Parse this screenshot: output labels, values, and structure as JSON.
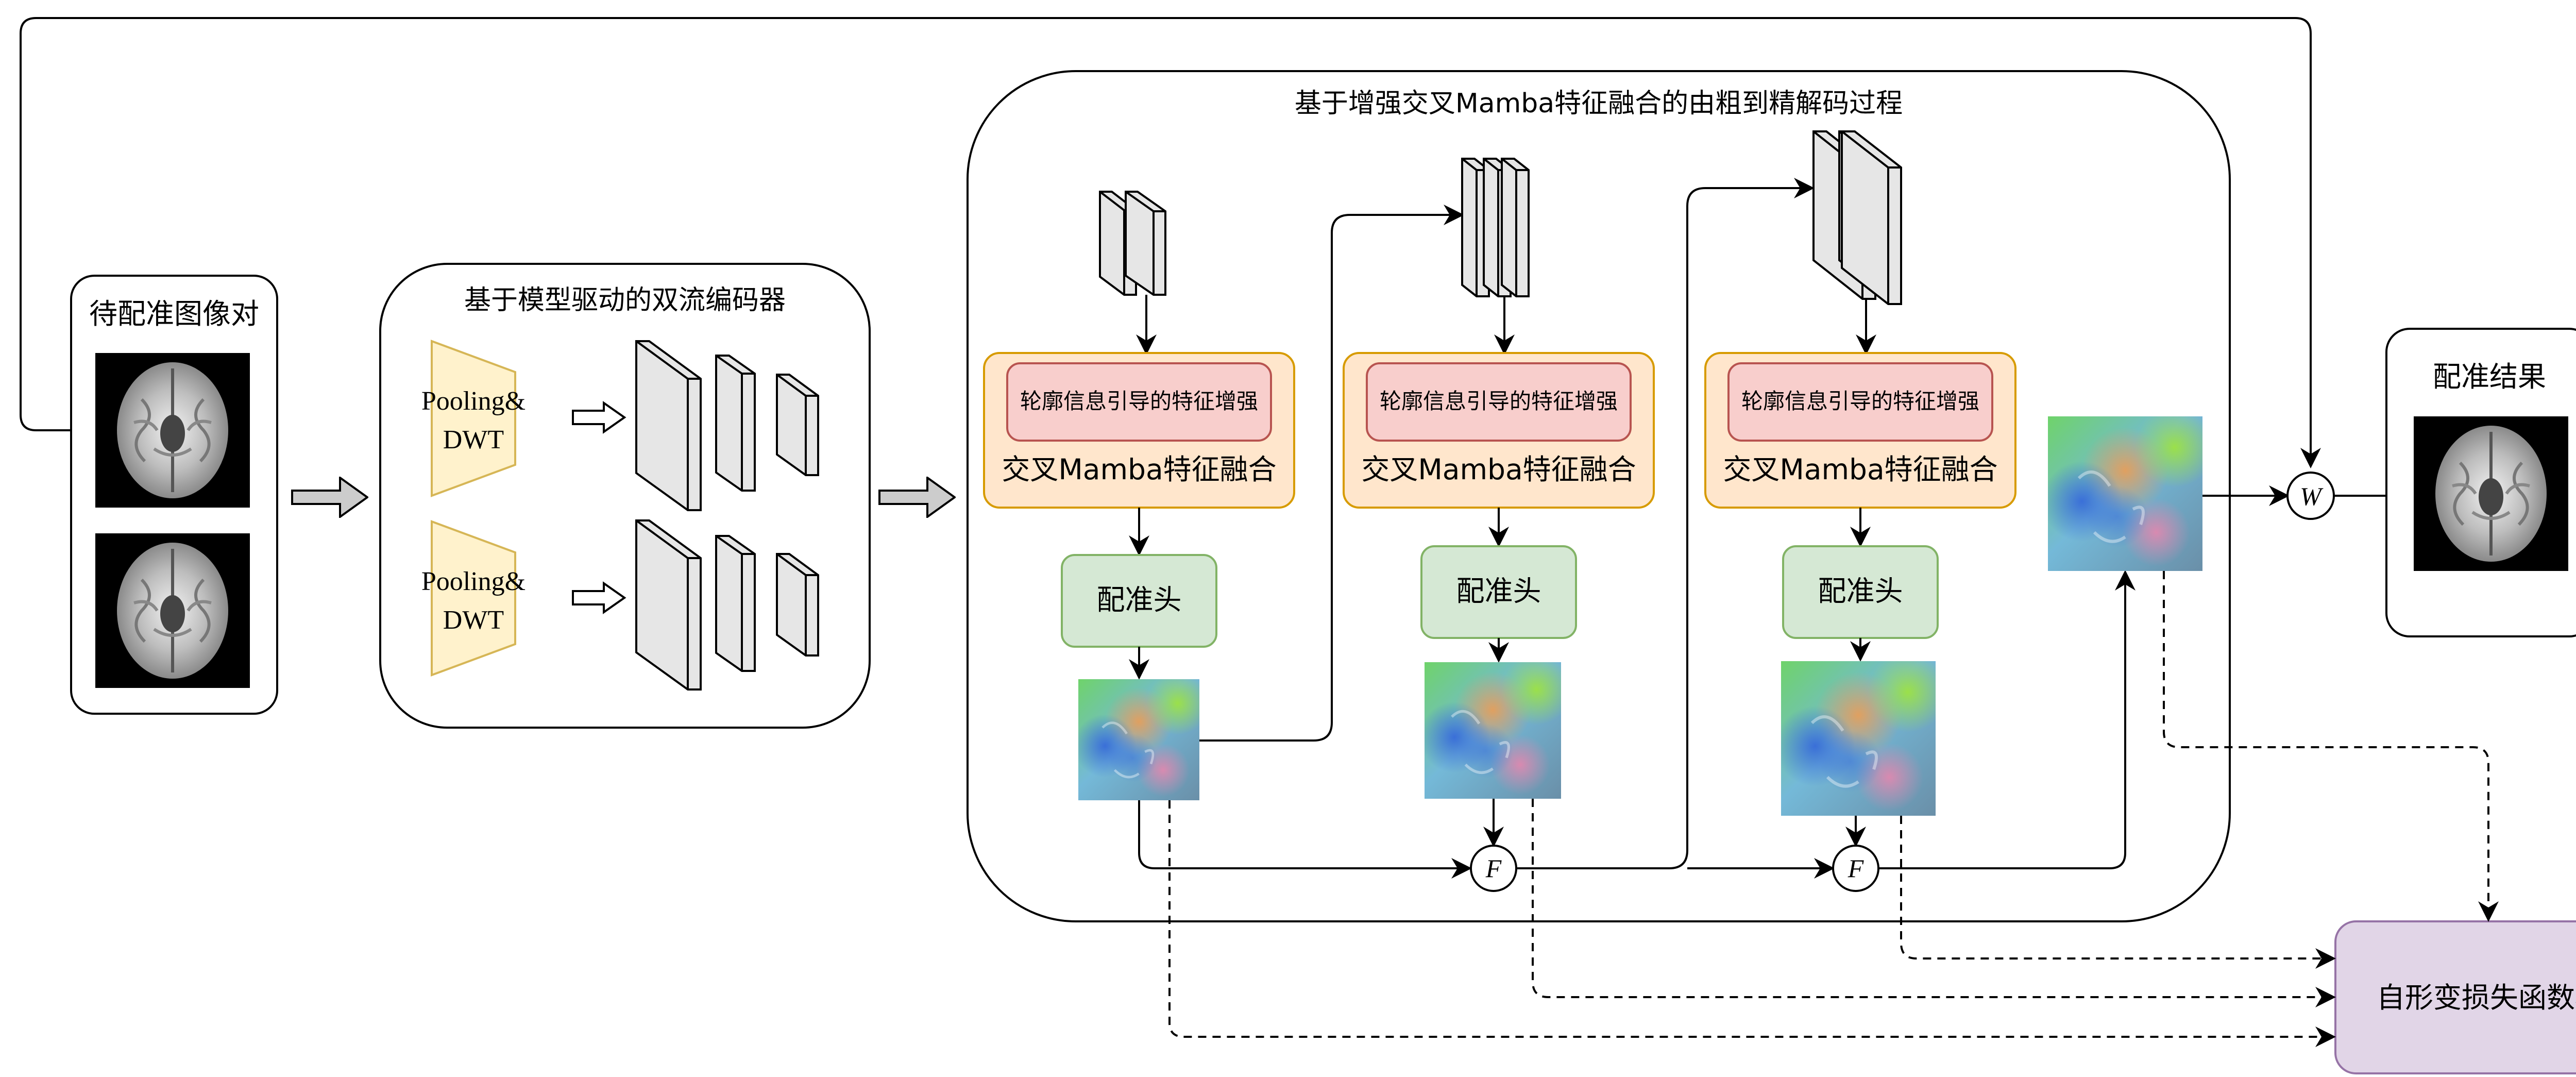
{
  "input": {
    "title": "待配准图像对"
  },
  "encoder": {
    "title": "基于模型驱动的双流编码器",
    "pool_label_1": "Pooling&",
    "pool_label_2": "DWT"
  },
  "decoder": {
    "title": "基于增强交叉Mamba特征融合的由粗到精解码过程",
    "enhance_label": "轮廓信息引导的特征增强",
    "fusion_label": "交叉Mamba特征融合",
    "reg_head_label": "配准头",
    "compose_symbol": "F"
  },
  "warp_symbol": "W",
  "result": {
    "title": "配准结果"
  },
  "loss": {
    "label": "自形变损失函数项"
  },
  "colors": {
    "line": "#000000",
    "trapezoid_fill": "#fff2cc",
    "trapezoid_stroke": "#d6b656",
    "fusion_fill": "#ffe6cc",
    "fusion_stroke": "#d79b00",
    "enhance_fill": "#f8cecc",
    "enhance_stroke": "#b85450",
    "head_fill": "#d5e8d4",
    "head_stroke": "#82b366",
    "loss_fill": "#e1d5e7",
    "loss_stroke": "#9673a6",
    "block_fill": "#e6e6e6",
    "arrow_fill": "#cccccc"
  }
}
